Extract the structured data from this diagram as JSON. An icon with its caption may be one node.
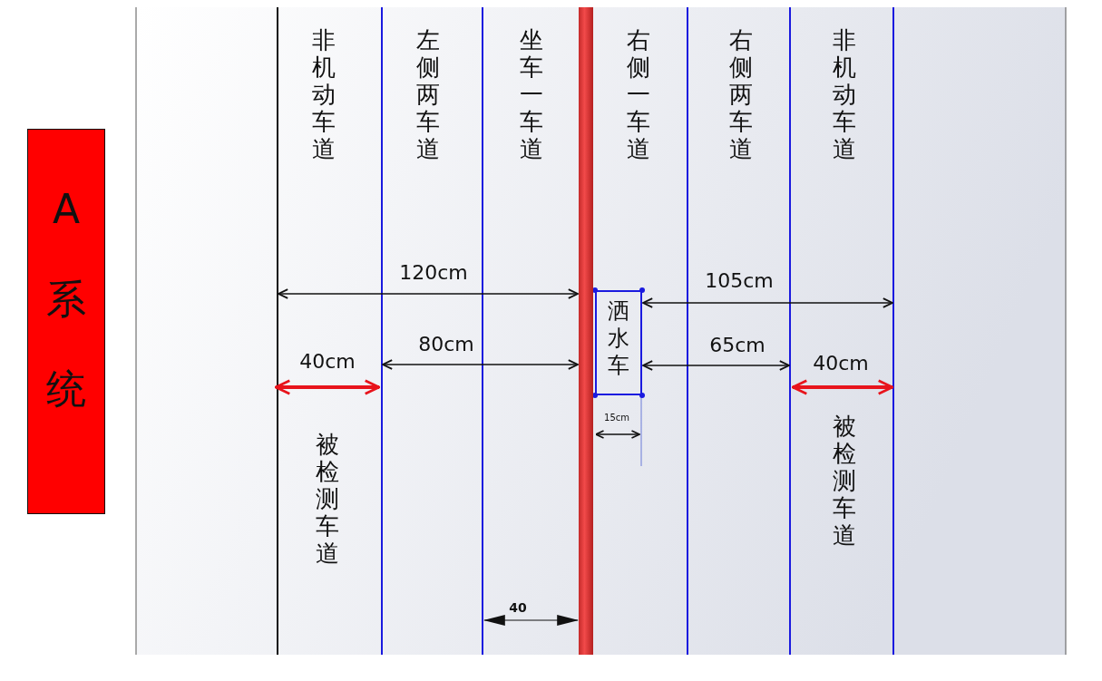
{
  "diagram": {
    "nodes": [
      {
        "text": [
          "A系统"
        ]
      },
      {
        "text": [
          "洒水车"
        ]
      },
      {
        "text": [],
        "shape": "bar"
      }
    ],
    "edges": [],
    "labels": [
      "非机动车道",
      "左侧两车道",
      "坐车一车道",
      "右侧一车道",
      "右侧两车道",
      "非机动车道",
      "120cm",
      "105cm",
      "80cm",
      "65cm",
      "40cm",
      "40cm",
      "15cm",
      "被检测车道",
      "被检测车道",
      "40"
    ]
  }
}
